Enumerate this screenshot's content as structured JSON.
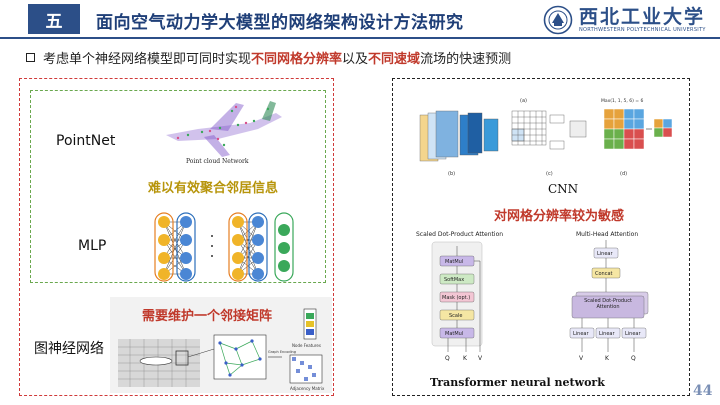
{
  "header": {
    "section": "五",
    "title": "面向空气动力学大模型的网络架构设计方法研究",
    "logo_cn": "西北工业大学",
    "logo_en": "NORTHWESTERN POLYTECHNICAL UNIVERSITY"
  },
  "bullet": {
    "prefix": "考虑单个神经网络模型即可同时实现",
    "hl1": "不同网格分辨率",
    "mid": "以及",
    "hl2": "不同速域",
    "suffix": "流场的快速预测"
  },
  "left": {
    "pointnet_label": "PointNet",
    "pointcloud_caption": "Point cloud Network",
    "neighbor_note": "难以有效聚合邻居信息",
    "mlp_label": "MLP",
    "adjacency_note": "需要维护一个邻接矩阵",
    "gnn_label": "图神经网络",
    "gnn_node_features": "Node Features",
    "gnn_graph_encoding": "Graph Encoding",
    "gnn_adjacency_matrix": "Adjacency Matrix"
  },
  "right": {
    "cnn_label": "CNN",
    "cnn_maxpool": "Max(1, 1, 5, 6) = 6",
    "cnn_panels": [
      "(a)",
      "(b)",
      "(c)",
      "(d)"
    ],
    "resolution_note": "对网格分辨率较为敏感",
    "sdpa_title": "Scaled Dot-Product Attention",
    "mha_title": "Multi-Head Attention",
    "sdpa_blocks": [
      "MatMul",
      "SoftMax",
      "Mask (opt.)",
      "Scale",
      "MatMul"
    ],
    "sdpa_inputs": [
      "Q",
      "K",
      "V"
    ],
    "mha_blocks": [
      "Linear",
      "Concat",
      "Scaled Dot-Product Attention"
    ],
    "mha_linears": [
      "Linear",
      "Linear",
      "Linear"
    ],
    "mha_inputs": [
      "V",
      "K",
      "Q"
    ],
    "transformer_label": "Transformer neural network"
  },
  "page_number": "44",
  "colors": {
    "brand_blue": "#2c4f88",
    "red_dash": "#d03a3a",
    "green_dash": "#6aa84f",
    "note_yellow": "#b7950b",
    "note_red": "#c0392b"
  }
}
